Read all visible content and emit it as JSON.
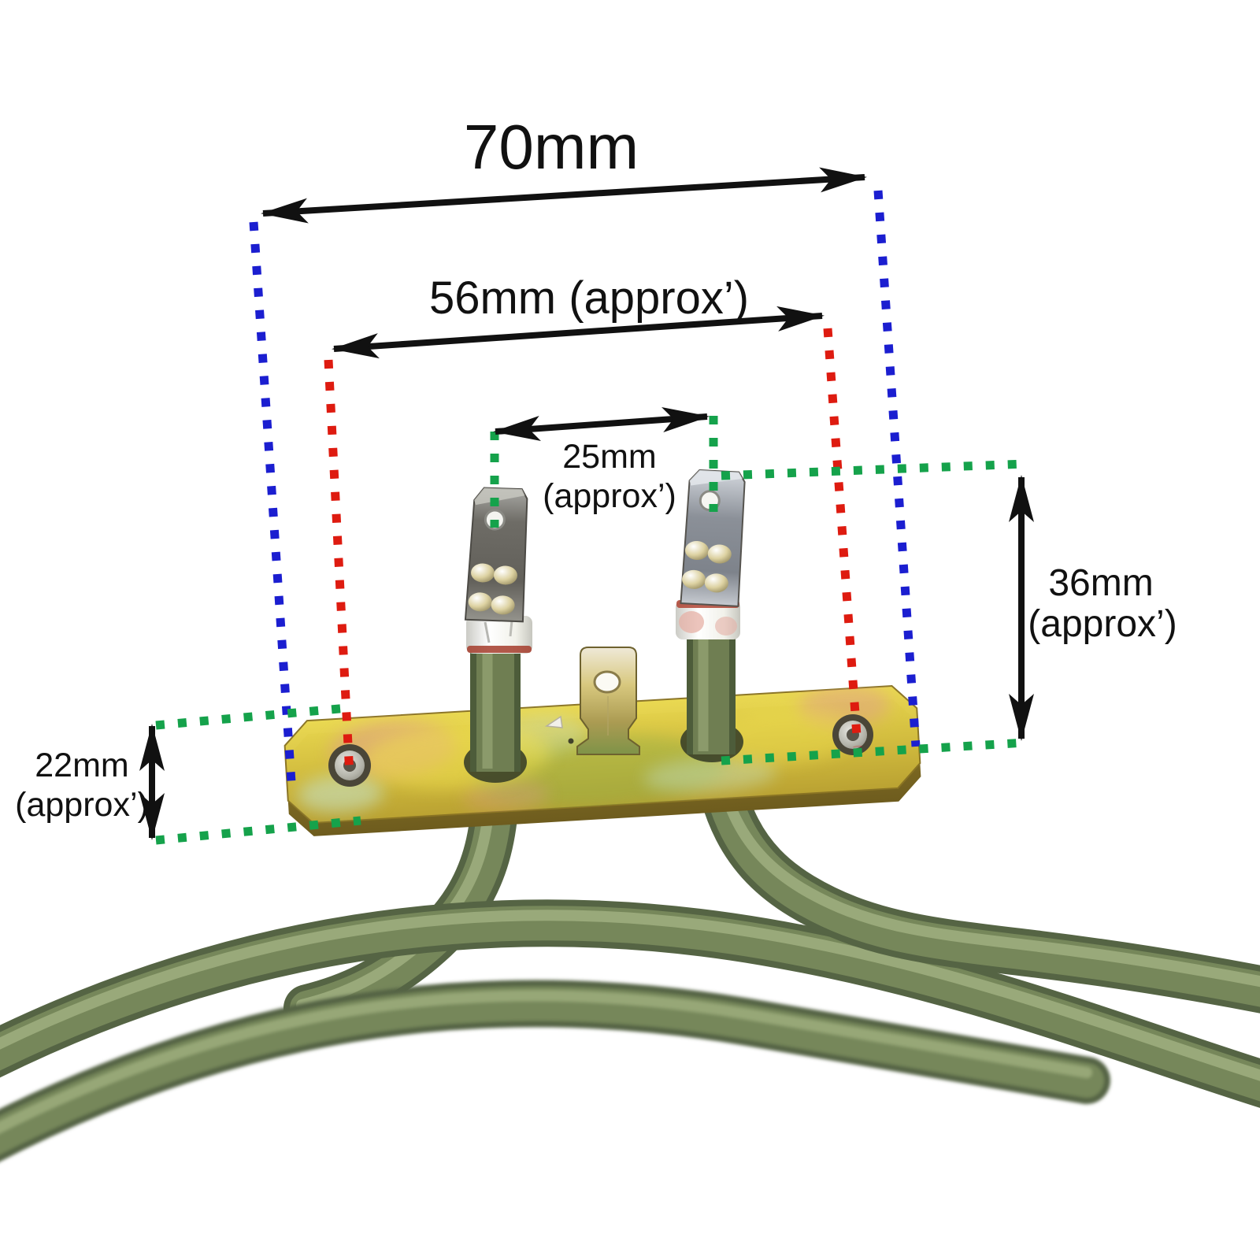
{
  "figure": {
    "description": "Fan oven heating element with mounting plate, two spade terminals and dimension guide lines",
    "background": "#ffffff"
  },
  "labels": {
    "dim70": "70mm",
    "dim56": "56mm (approx’)",
    "dim25_l1": "25mm",
    "dim25_l2": "(approx’)",
    "dim36_l1": "36mm",
    "dim36_l2": "(approx’)",
    "dim22_l1": "22mm",
    "dim22_l2": "(approx’)"
  },
  "colors": {
    "outer_width_guides": "#1b1ed0",
    "hole_spacing_guides": "#de1b10",
    "green_guides": "#15a24b",
    "arrows_and_text": "#111111",
    "element_tube_mid": "#76875a",
    "element_tube_dark": "#556444",
    "element_tube_light": "#a3b282",
    "plate_zinc_yellow": "#d6c040",
    "terminal_steel": "#8b9098",
    "spade_brass": "#d8c87e",
    "ceramic_white": "#f4f4f0"
  }
}
